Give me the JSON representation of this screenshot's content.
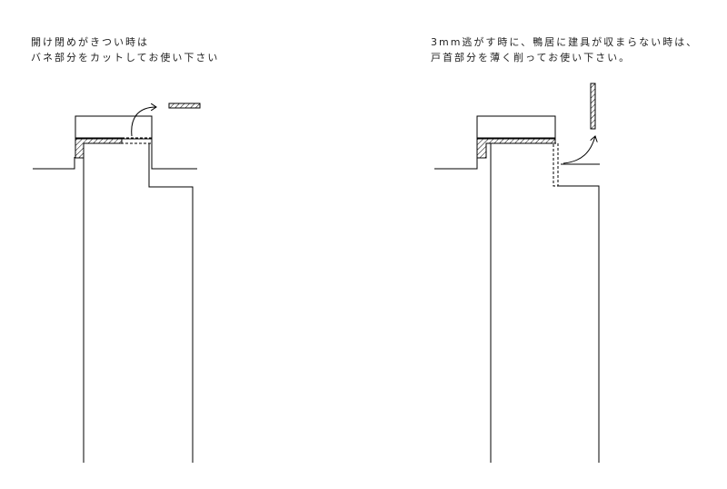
{
  "left_instruction": {
    "line1": "開け閉めがきつい時は",
    "line2": "バネ部分をカットしてお使い下さい"
  },
  "right_instruction": {
    "line1": "3mm逃がす時に、鴨居に建具が収まらない時は、",
    "line2": "戸首部分を薄く削ってお使い下さい。"
  }
}
